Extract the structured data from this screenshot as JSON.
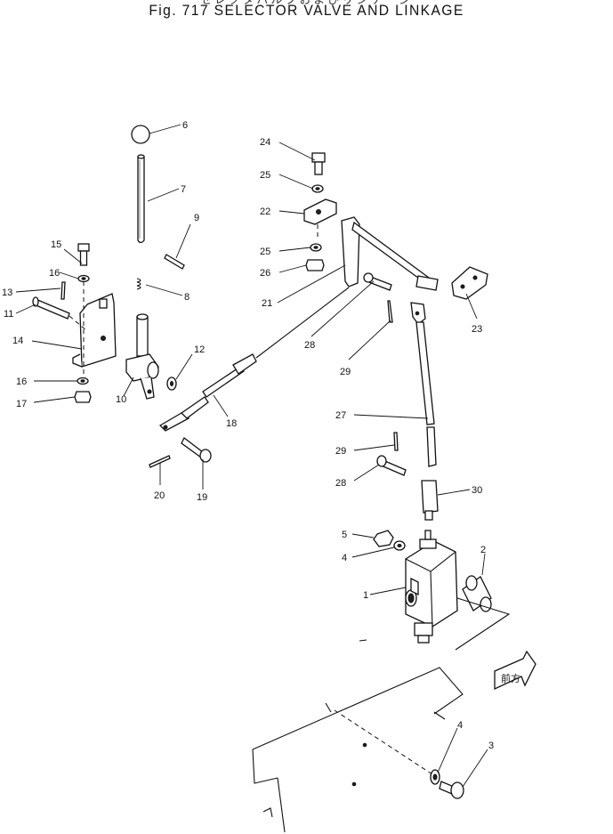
{
  "header": {
    "subtitle": "セレクタバルブおよびリンケージ",
    "title": "Fig. 717  SELECTOR  VALVE  AND  LINKAGE"
  },
  "direction_label": "前方",
  "callouts": {
    "n1": "1",
    "n2": "2",
    "n3": "3",
    "n4a": "4",
    "n4b": "4",
    "n5": "5",
    "n6": "6",
    "n7": "7",
    "n8": "8",
    "n9": "9",
    "n10": "10",
    "n11": "11",
    "n12": "12",
    "n13": "13",
    "n14": "14",
    "n15": "15",
    "n16a": "16",
    "n16b": "16",
    "n17": "17",
    "n18": "18",
    "n19": "19",
    "n20": "20",
    "n21": "21",
    "n22": "22",
    "n23": "23",
    "n24": "24",
    "n25a": "25",
    "n25b": "25",
    "n26": "26",
    "n27": "27",
    "n28a": "28",
    "n28b": "28",
    "n29a": "29",
    "n29b": "29",
    "n30": "30"
  }
}
